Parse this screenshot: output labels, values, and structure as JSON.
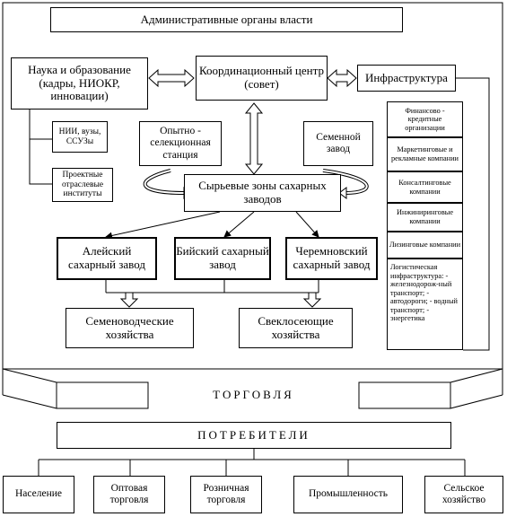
{
  "admin": "Административные органы власти",
  "science": "Наука и образование (кадры, НИОКР, инновации)",
  "coord": "Координационный центр (совет)",
  "infra": "Инфраструктура",
  "nii": "НИИ, вузы, ССУЗы",
  "proj": "Проектные отраслевые институты",
  "station": "Опытно - селекционная станция",
  "seedplant": "Семенной завод",
  "zones": "Сырьевые зоны сахарных заводов",
  "plants": [
    "Алейский сахарный завод",
    "Бийский сахарный завод",
    "Черемновский сахарный завод"
  ],
  "seedfarms": "Семеноводческие хозяйства",
  "beetfarms": "Свеклосеющие хозяйства",
  "infra_items": [
    "Финансово - кредитные организации",
    "Маркетинговые и рекламные компании",
    "Консалтинговые компании",
    "Инжиниринговые компании",
    "Лизинговые компании",
    "Логистическая инфраструктура: - железнодорож-ный транспорт; - автодороги; - водный транспорт; - энергетика"
  ],
  "trade": "ТОРГОВЛЯ",
  "consumers": "ПОТРЕБИТЕЛИ",
  "consumer_groups": [
    "Население",
    "Оптовая торговля",
    "Розничная торговля",
    "Промышленность",
    "Сельское хозяйство"
  ]
}
